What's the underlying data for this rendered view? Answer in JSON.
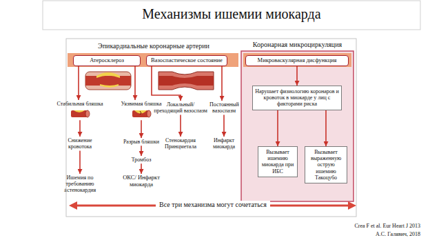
{
  "diagram": {
    "title": "Механизмы ишемии миокарда",
    "nodes": [
      {
        "text": [
          "Атеросклероз"
        ]
      },
      {
        "text": [
          "Вазоспастическое состояние"
        ]
      },
      {
        "text": [
          "Коронарная микроциркуляция"
        ]
      },
      {
        "text": [
          "Микроваскулярная дисфункция"
        ],
        "in": 2
      },
      {
        "text": [
          "Стабильная бляшка"
        ]
      },
      {
        "text": [
          "Уязвимая бляшка"
        ]
      },
      {
        "text": [
          "Локальный/преходящий вазоспазм"
        ]
      },
      {
        "text": [
          "Постоянный вазоспазм"
        ]
      },
      {
        "text": [
          "Нарушает физиологию коронаров и кровоток в миокарде у лиц с факторами риска"
        ],
        "in": 2
      },
      {
        "text": [
          "Снижение кровотока"
        ]
      },
      {
        "text": [
          "Разрыв бляшки"
        ]
      },
      {
        "text": [
          "Стенокардия Принцметала"
        ]
      },
      {
        "text": [
          "Инфаркт миокарда"
        ]
      },
      {
        "text": [
          "Тромбоз"
        ]
      },
      {
        "text": [
          "Вызывает ишемию миокарда при ИБС"
        ],
        "in": 2
      },
      {
        "text": [
          "Вызывает выраженную острую ишемию Такоцубо"
        ],
        "in": 2
      },
      {
        "text": [
          "Ишемия по требованию ±стенокардия"
        ]
      },
      {
        "text": [
          "ОКС/ Инфаркт миокарда"
        ]
      }
    ],
    "edges": [
      {
        "from": 0,
        "to": 4,
        "arrow": "to"
      },
      {
        "from": 0,
        "to": 5,
        "arrow": "to"
      },
      {
        "from": 1,
        "to": 6,
        "arrow": "to"
      },
      {
        "from": 1,
        "to": 7,
        "arrow": "to"
      },
      {
        "from": 3,
        "to": 8,
        "arrow": "to"
      },
      {
        "from": 4,
        "to": 9,
        "arrow": "to"
      },
      {
        "from": 5,
        "to": 10,
        "arrow": "to"
      },
      {
        "from": 6,
        "to": 11,
        "arrow": "to"
      },
      {
        "from": 7,
        "to": 12,
        "arrow": "to"
      },
      {
        "from": 10,
        "to": 13,
        "arrow": "to"
      },
      {
        "from": 8,
        "to": 14,
        "arrow": "to"
      },
      {
        "from": 8,
        "to": 15,
        "arrow": "to"
      },
      {
        "from": 9,
        "to": 16,
        "arrow": "to"
      },
      {
        "from": 13,
        "to": 17,
        "arrow": "to"
      }
    ],
    "labels": [
      "Эпикардиальные коронарные артерии",
      "Все три механизма могут сочетаться",
      "Crea F et al. Eur Heart J 2013",
      "А.С. Галявич, 2018"
    ]
  }
}
